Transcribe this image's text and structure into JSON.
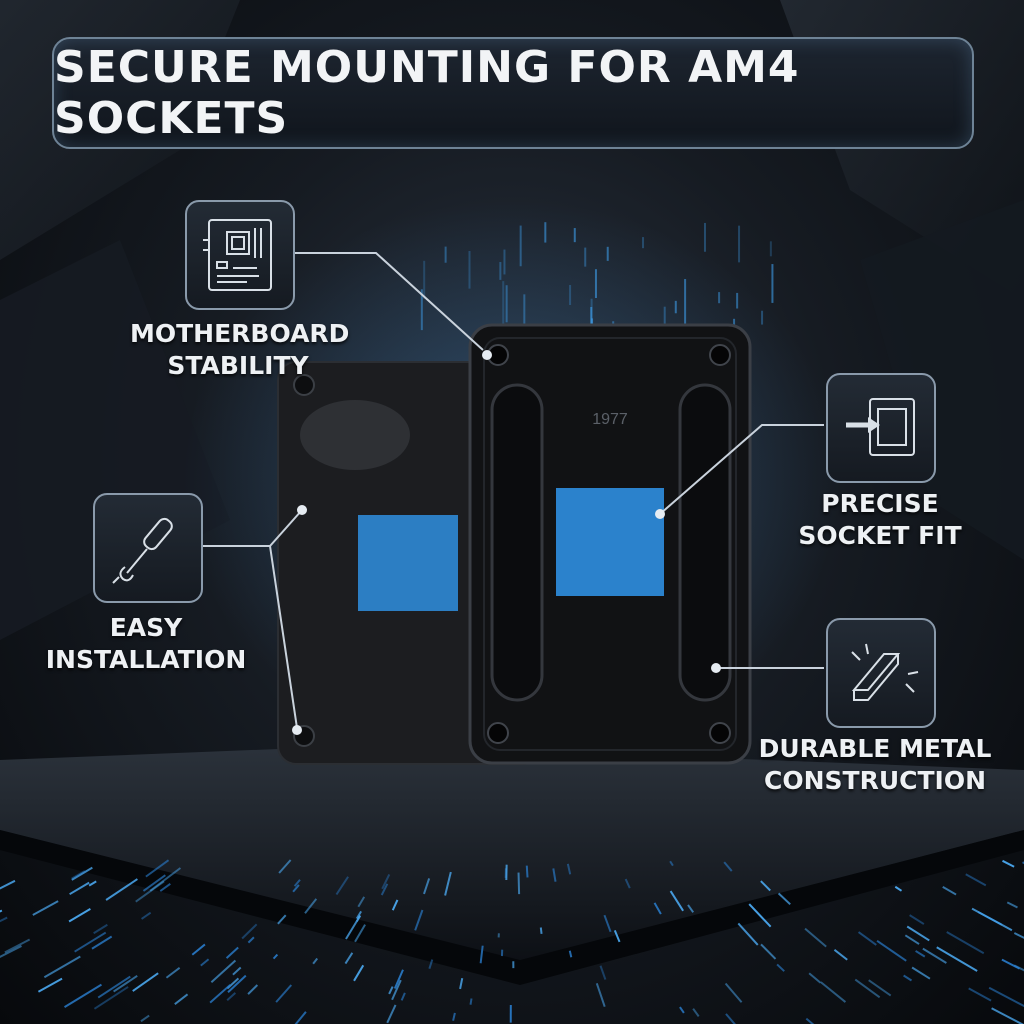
{
  "title": "SECURE MOUNTING FOR AM4 SOCKETS",
  "plate_marking": "1977",
  "features": [
    {
      "icon": "motherboard-icon",
      "line1": "MOTHERBOARD",
      "line2": "STABILITY"
    },
    {
      "icon": "screwdriver-icon",
      "line1": "EASY",
      "line2": "INSTALLATION"
    },
    {
      "icon": "socket-fit-icon",
      "line1": "PRECISE",
      "line2": "SOCKET FIT"
    },
    {
      "icon": "metal-bracket-icon",
      "line1": "DURABLE METAL",
      "line2": "CONSTRUCTION"
    }
  ],
  "colors": {
    "accent": "#2f8fe0",
    "panel_border": "#8a9aab",
    "text": "#eef1f4"
  }
}
